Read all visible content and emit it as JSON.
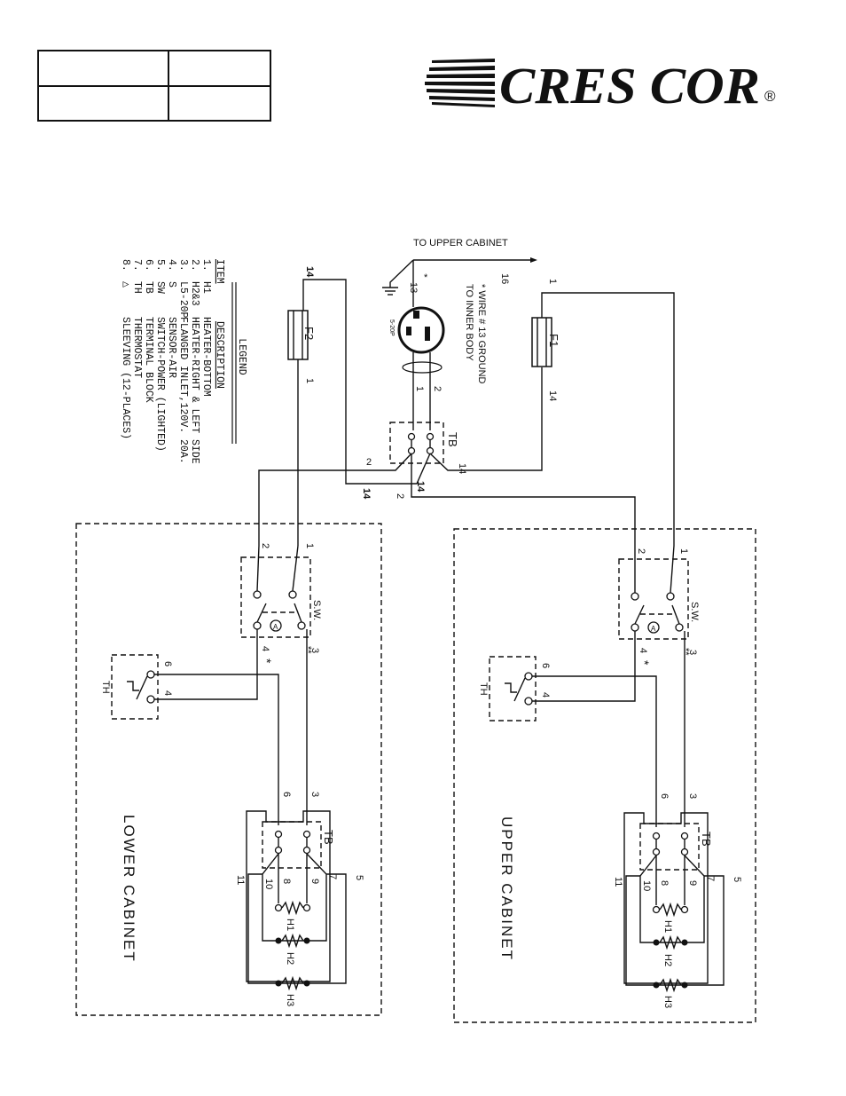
{
  "brand": {
    "name": "CRES COR",
    "reg": "®"
  },
  "legend": {
    "title": "LEGEND",
    "col_item": "ITEM",
    "col_desc": "DESCRIPTION",
    "items": [
      {
        "num": "1.",
        "code": "H1",
        "desc": "HEATER-BOTTOM"
      },
      {
        "num": "2.",
        "code": "H2&3",
        "desc": "HEATER-RIGHT & LEFT SIDE"
      },
      {
        "num": "3.",
        "code": "L5-20P",
        "desc": "FLANGED INLET,120V. 20A."
      },
      {
        "num": "4.",
        "code": "S",
        "desc": "SENSOR-AIR"
      },
      {
        "num": "5.",
        "code": "SW",
        "desc": "SWITCH-POWER (LIGHTED)"
      },
      {
        "num": "6.",
        "code": "TB",
        "desc": "TERMINAL BLOCK"
      },
      {
        "num": "7.",
        "code": "TH",
        "desc": "THERMOSTAT"
      },
      {
        "num": "8.",
        "code": "△",
        "desc": "SLEEVING (12-PLACES)"
      }
    ]
  },
  "labels": {
    "to_upper": "TO UPPER CABINET",
    "ground_note_1": "* WIRE # 13 GROUND",
    "ground_note_2": "TO INNER BODY",
    "inlet": "5-20P",
    "lower_cabinet": "LOWER CABINET",
    "upper_cabinet": "UPPER CABINET",
    "f1": "F1",
    "f2": "F2",
    "tb": "TB",
    "sw": "S.W.",
    "th": "TH",
    "h1": "H1",
    "h2": "H2",
    "h3": "H3",
    "sensor": "A",
    "star": "*",
    "star2": "**",
    "w1": "1",
    "w2": "2",
    "w3": "3",
    "w4": "4",
    "w5": "5",
    "w6": "6",
    "w7": "7",
    "w8": "8",
    "w9": "9",
    "w10": "10",
    "w11": "11",
    "w13": "13",
    "w14": "14",
    "w16": "16"
  }
}
